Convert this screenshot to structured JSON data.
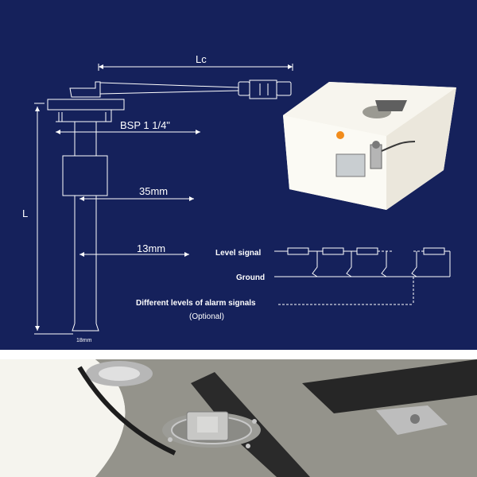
{
  "diagram": {
    "labels": {
      "cable_length": "Lc",
      "thread": "BSP 1 1/4\"",
      "float_width": "35mm",
      "tube_width": "13mm",
      "probe_length": "L",
      "tip_width": "18mm"
    },
    "legend": {
      "level_signal": "Level signal",
      "ground": "Ground",
      "alarm_signals": "Different levels of alarm signals",
      "optional": "(Optional)"
    },
    "colors": {
      "background": "#15215b",
      "line": "#ffffff",
      "tank": "#f2efe6",
      "photo_background": "#8d8c85"
    }
  },
  "photo": {
    "icons": [
      "fuel-tank-photo",
      "sender-installed-photo"
    ]
  }
}
